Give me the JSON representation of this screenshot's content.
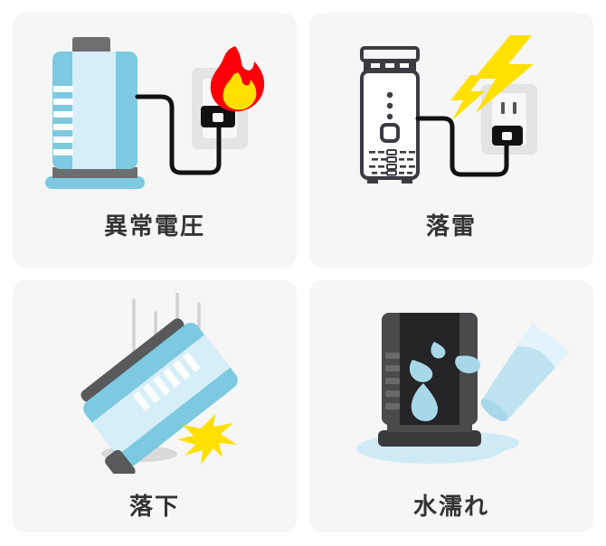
{
  "page": {
    "background_color": "#ffffff",
    "card_background_color": "#f6f6f6",
    "label_color": "#333333"
  },
  "cards": [
    {
      "id": "abnormal-voltage",
      "label": "異常電圧",
      "illustration": "air-purifier-plug-fire",
      "colors": {
        "device_body": "#7cc9e0",
        "device_panel": "#d6eef8",
        "device_cap": "#6d6e70",
        "outlet_plate": "#e4e4e4",
        "outlet_face": "#f7f7f7",
        "cord": "#111111",
        "flame_outer": "#fb0007",
        "flame_inner": "#ffe000"
      }
    },
    {
      "id": "lightning-strike",
      "label": "落雷",
      "illustration": "tower-purifier-outlet-lightning",
      "colors": {
        "device_outline": "#3b3b42",
        "device_body": "#ffffff",
        "outlet_plate": "#e4e4e4",
        "outlet_face": "#f7f7f7",
        "cord": "#111111",
        "bolt": "#ffe000"
      }
    },
    {
      "id": "fall-drop",
      "label": "落下",
      "illustration": "falling-purifier-impact",
      "colors": {
        "device_body": "#7cc9e0",
        "device_panel": "#d6eef8",
        "device_cap": "#58595b",
        "motion_line": "#d0d0d0",
        "shadow": "#d9d9d9",
        "impact": "#ffe000"
      }
    },
    {
      "id": "water-damage",
      "label": "水濡れ",
      "illustration": "purifier-water-spill",
      "colors": {
        "device_body": "#3a3a3c",
        "device_side": "#4a4a4c",
        "device_front": "#242426",
        "vent": "#6a6a6c",
        "water": "#a8d8e8",
        "glass": "#bfe3f0",
        "puddle": "#cfeaf4"
      }
    }
  ]
}
